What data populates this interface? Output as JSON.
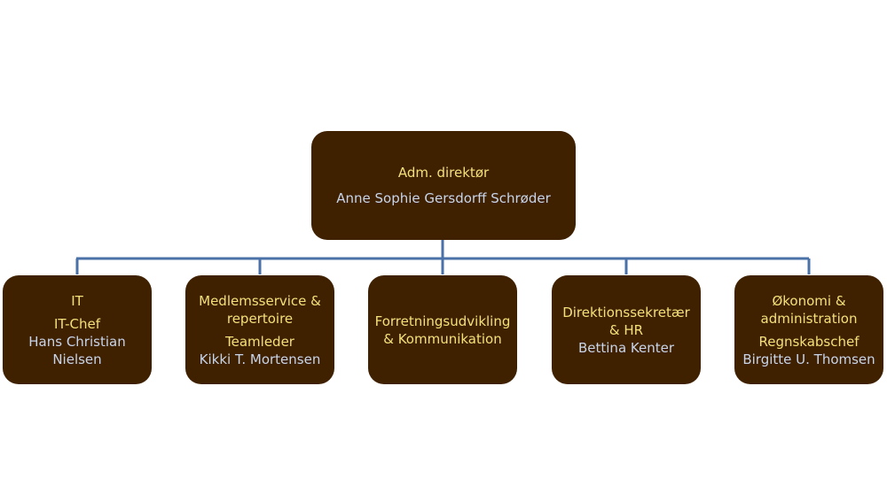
{
  "org": {
    "root": {
      "title": "Adm. direktør",
      "name": "Anne Sophie Gersdorff Schrøder"
    },
    "departments": [
      {
        "dept": "IT",
        "role": "IT-Chef",
        "name_line1": "Hans Christian",
        "name_line2": "Nielsen"
      },
      {
        "dept_line1": "Medlemsservice &",
        "dept_line2": "repertoire",
        "role": "Teamleder",
        "name": "Kikki T. Mortensen"
      },
      {
        "dept_line1": "Forretningsudvikling",
        "dept_line2": "& Kommunikation"
      },
      {
        "dept_line1": "Direktionssekretær",
        "dept_line2": "& HR",
        "name": "Bettina Kenter"
      },
      {
        "dept_line1": "Økonomi &",
        "dept_line2": "administration",
        "role": "Regnskabschef",
        "name": "Birgitte U. Thomsen"
      }
    ]
  },
  "colors": {
    "box": "#3f2100",
    "connector": "#4a72a8",
    "title_text": "#f3e07a",
    "name_text": "#c8d4ea"
  }
}
